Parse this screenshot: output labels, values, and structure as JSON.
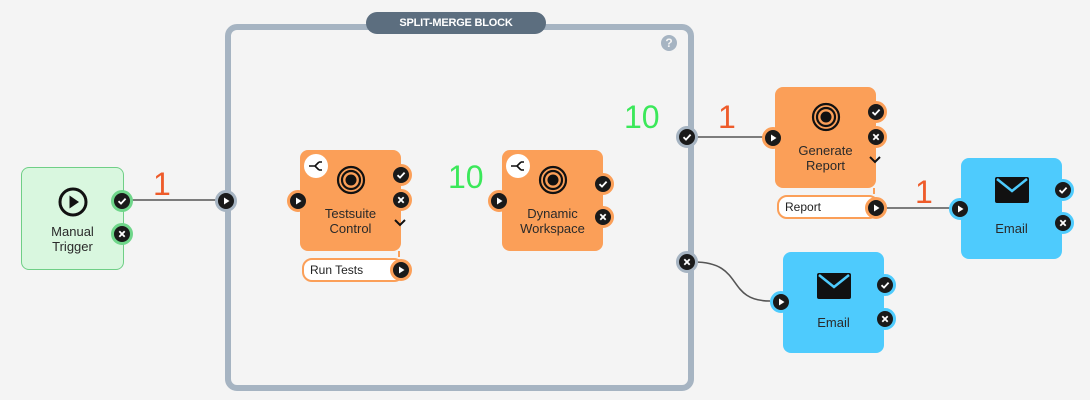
{
  "block": {
    "title": "SPLIT-MERGE BLOCK",
    "help": "?"
  },
  "nodes": {
    "manual_trigger": {
      "label_line1": "Manual",
      "label_line2": "Trigger",
      "color": "#d9f7df"
    },
    "testsuite_control": {
      "label_line1": "Testsuite",
      "label_line2": "Control",
      "output": "Run Tests",
      "color": "#fb9f58"
    },
    "dynamic_workspace": {
      "label_line1": "Dynamic",
      "label_line2": "Workspace",
      "color": "#fb9f58"
    },
    "generate_report": {
      "label_line1": "Generate",
      "label_line2": "Report",
      "output": "Report",
      "color": "#fb9f58"
    },
    "email_top": {
      "label": "Email",
      "color": "#4ecbfd"
    },
    "email_bottom": {
      "label": "Email",
      "color": "#4ecbfd"
    }
  },
  "counts": {
    "trigger_to_block": "1",
    "run_tests_to_workspace": "10",
    "workspace_to_merge": "10",
    "merge_to_report": "1",
    "report_to_email": "1"
  },
  "colors": {
    "success_count": "#3be85a",
    "single_count": "#ee5b2a",
    "frame": "#a6b4c2"
  },
  "icons": [
    "play-icon",
    "check-icon",
    "close-icon",
    "target-icon",
    "split-icon",
    "chevron-down-icon",
    "mail-icon",
    "help-icon"
  ]
}
